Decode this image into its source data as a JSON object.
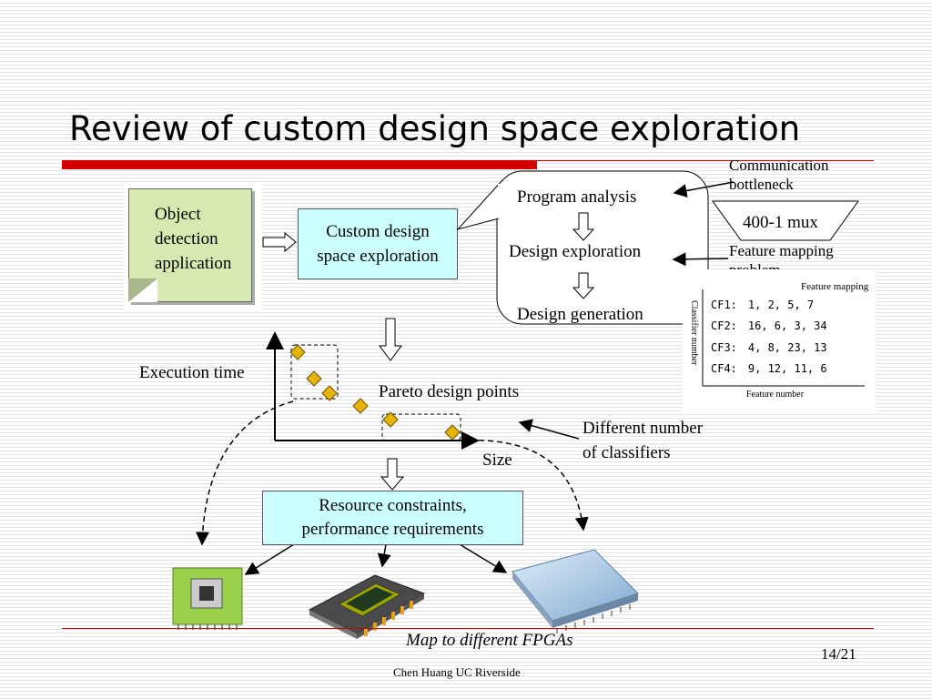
{
  "slide": {
    "title": "Review of custom design space exploration",
    "footer": "Chen Huang  UC Riverside",
    "page_number": "14/21"
  },
  "diagram": {
    "object_detection": [
      "Object",
      "detection",
      "application"
    ],
    "custom_design": [
      "Custom design",
      "space exploration"
    ],
    "steps": [
      "Program analysis",
      "Design exploration",
      "Design generation"
    ],
    "communication_bottleneck": [
      "Communication",
      "bottleneck"
    ],
    "mux_label": "400-1 mux",
    "feature_mapping_problem": [
      "Feature mapping",
      "problem"
    ],
    "execution_time": "Execution time",
    "pareto_label": "Pareto design points",
    "size_label": "Size",
    "different_classifiers": [
      "Different number",
      "of classifiers"
    ],
    "resource_constraints": [
      "Resource constraints,",
      "performance requirements"
    ],
    "map_label": "Map to different FPGAs"
  },
  "feature_mapping_table": {
    "title": "Feature mapping",
    "x_label": "Feature number",
    "y_label": "Classifier number",
    "rows": [
      {
        "name": "CF1:",
        "values": "1, 2, 5, 7"
      },
      {
        "name": "CF2:",
        "values": "16, 6, 3, 34"
      },
      {
        "name": "CF3:",
        "values": "4, 8, 23, 13"
      },
      {
        "name": "CF4:",
        "values": "9, 12, 11, 6"
      }
    ]
  },
  "colors": {
    "title_bar": "#d40000",
    "box_fill": "#ccffff",
    "note_fill": "#d6e9b0",
    "diamond": "#e8b400"
  }
}
